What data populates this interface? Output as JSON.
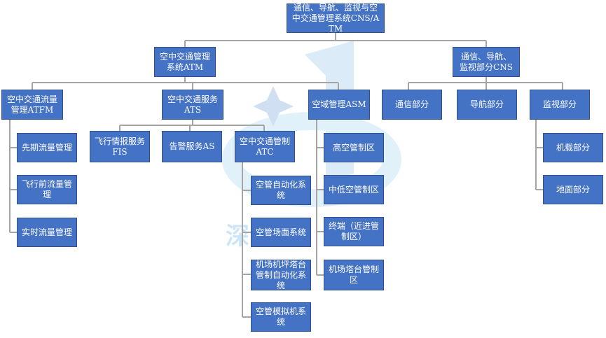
{
  "watermark": {
    "text": "深"
  },
  "nodes": {
    "root": "通信、导航、监视与空\n中交通管理系统CNS/ATM",
    "atm": "空中交通管理\n系统ATM",
    "cns": "通信、导航、\n监视部分CNS",
    "atfm": "空中交通流量\n管理ATFM",
    "ats": "空中交通服务\nATS",
    "asm": "空域管理ASM",
    "comm": "通信部分",
    "nav": "导航部分",
    "surv": "监视部分",
    "atfm_1": "先期流量管理",
    "atfm_2": "飞行前流量管\n理",
    "atfm_3": "实时流量管理",
    "fis": "飞行情报服务\nFIS",
    "as": "告警服务AS",
    "atc": "空中交通管制\nATC",
    "atc_1": "空管自动化系\n统",
    "atc_2": "空管场面系统",
    "atc_3": "机场机坪塔台\n管制自动化系\n统",
    "atc_4": "空管模拟机系\n统",
    "asm_1": "高空管制区",
    "asm_2": "中低空管制区",
    "asm_3": "终端（近进管\n制区）",
    "asm_4": "机场塔台管制\n区",
    "surv_1": "机载部分",
    "surv_2": "地面部分"
  }
}
